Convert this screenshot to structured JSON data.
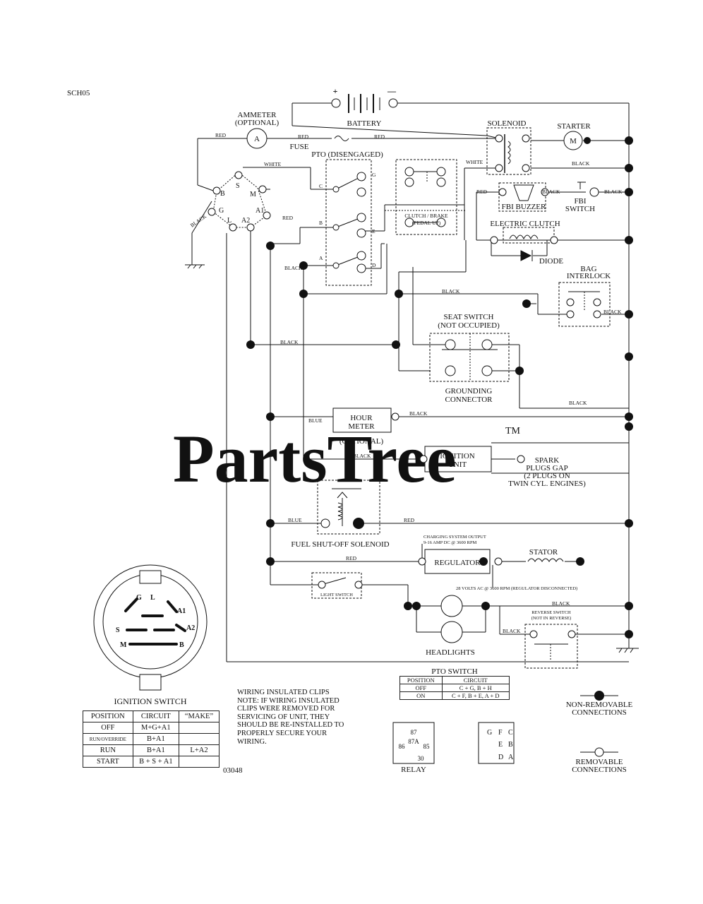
{
  "page_code": "SCH05",
  "drawing_number": "03048",
  "watermark": {
    "text": "PartsTree",
    "tm": "TM"
  },
  "components": {
    "battery": "BATTERY",
    "ammeter": [
      "AMMETER",
      "(OPTIONAL)"
    ],
    "ammeter_letter": "A",
    "fuse": "FUSE",
    "solenoid": "SOLENOID",
    "starter": "STARTER",
    "starter_letter": "M",
    "pto": "PTO (DISENGAGED)",
    "clutch_brake": [
      "CLUTCH / BRAKE",
      "(PEDAL UP)"
    ],
    "fbi_buzzer": "FBI BUZZER",
    "fbi_switch": [
      "FBI",
      "SWITCH"
    ],
    "electric_clutch": "ELECTRIC CLUTCH",
    "diode": "DIODE",
    "bag_interlock": [
      "BAG",
      "INTERLOCK"
    ],
    "seat_switch": [
      "SEAT SWITCH",
      "(NOT OCCUPIED)"
    ],
    "grounding_connector": [
      "GROUNDING",
      "CONNECTOR"
    ],
    "hour_meter": [
      "HOUR",
      "METER"
    ],
    "hour_meter_optional": "(OPTIONAL)",
    "ignition_unit": [
      "IGNITION",
      "UNIT"
    ],
    "spark_plugs": [
      "SPARK",
      "PLUGS GAP",
      "(2 PLUGS ON",
      "TWIN CYL. ENGINES)"
    ],
    "fuel_solenoid": "FUEL SHUT-OFF SOLENOID",
    "charging_output": [
      "CHARGING SYSTEM OUTPUT",
      "9-16 AMP DC @ 3600 RPM"
    ],
    "regulator": "REGULATOR",
    "stator": "STATOR",
    "ac_note": "28 VOLTS AC @ 3600 RPM (REGULATOR DISCONNECTED)",
    "light_switch": "LIGHT SWITCH",
    "headlights": "HEADLIGHTS",
    "reverse_switch": [
      "REVERSE SWITCH",
      "(NOT IN REVERSE)"
    ],
    "ignition_switch_title": "IGNITION SWITCH",
    "relay": "RELAY",
    "plus": "+",
    "minus": "—"
  },
  "wire_labels": {
    "red": "RED",
    "black": "BLACK",
    "white": "WHITE",
    "blue": "BLUE"
  },
  "terminals": {
    "ignition": [
      "B",
      "S",
      "M",
      "G",
      "L",
      "A2",
      "A1"
    ],
    "pto": [
      "C",
      "G",
      "B",
      "E",
      "A",
      "D"
    ],
    "ign_plug": [
      "G",
      "L",
      "A1",
      "S",
      "A2",
      "M",
      "B"
    ],
    "relay": [
      "87",
      "87A",
      "86",
      "85",
      "30"
    ],
    "pto_plug": [
      "G",
      "F",
      "C",
      "E",
      "B",
      "D",
      "A"
    ]
  },
  "ignition_table": {
    "headers": [
      "POSITION",
      "CIRCUIT",
      "“MAKE”"
    ],
    "rows": [
      [
        "OFF",
        "M+G+A1",
        ""
      ],
      [
        "RUN/OVERRIDE",
        "B+A1",
        ""
      ],
      [
        "RUN",
        "B+A1",
        "L+A2"
      ],
      [
        "START",
        "B + S + A1",
        ""
      ]
    ]
  },
  "pto_table": {
    "title": "PTO SWITCH",
    "headers": [
      "POSITION",
      "CIRCUIT"
    ],
    "rows": [
      [
        "OFF",
        "C + G, B + H"
      ],
      [
        "ON",
        "C + F, B + E, A + D"
      ]
    ]
  },
  "note": "WIRING INSULATED CLIPS\nNOTE: IF WIRING INSULATED\nCLIPS WERE REMOVED FOR\nSERVICING OF UNIT, THEY\nSHOULD BE RE-INSTALLED TO\nPROPERLY SECURE YOUR\nWIRING.",
  "legend": {
    "non_removable": [
      "NON-REMOVABLE",
      "CONNECTIONS"
    ],
    "removable": [
      "REMOVABLE",
      "CONNECTIONS"
    ]
  }
}
